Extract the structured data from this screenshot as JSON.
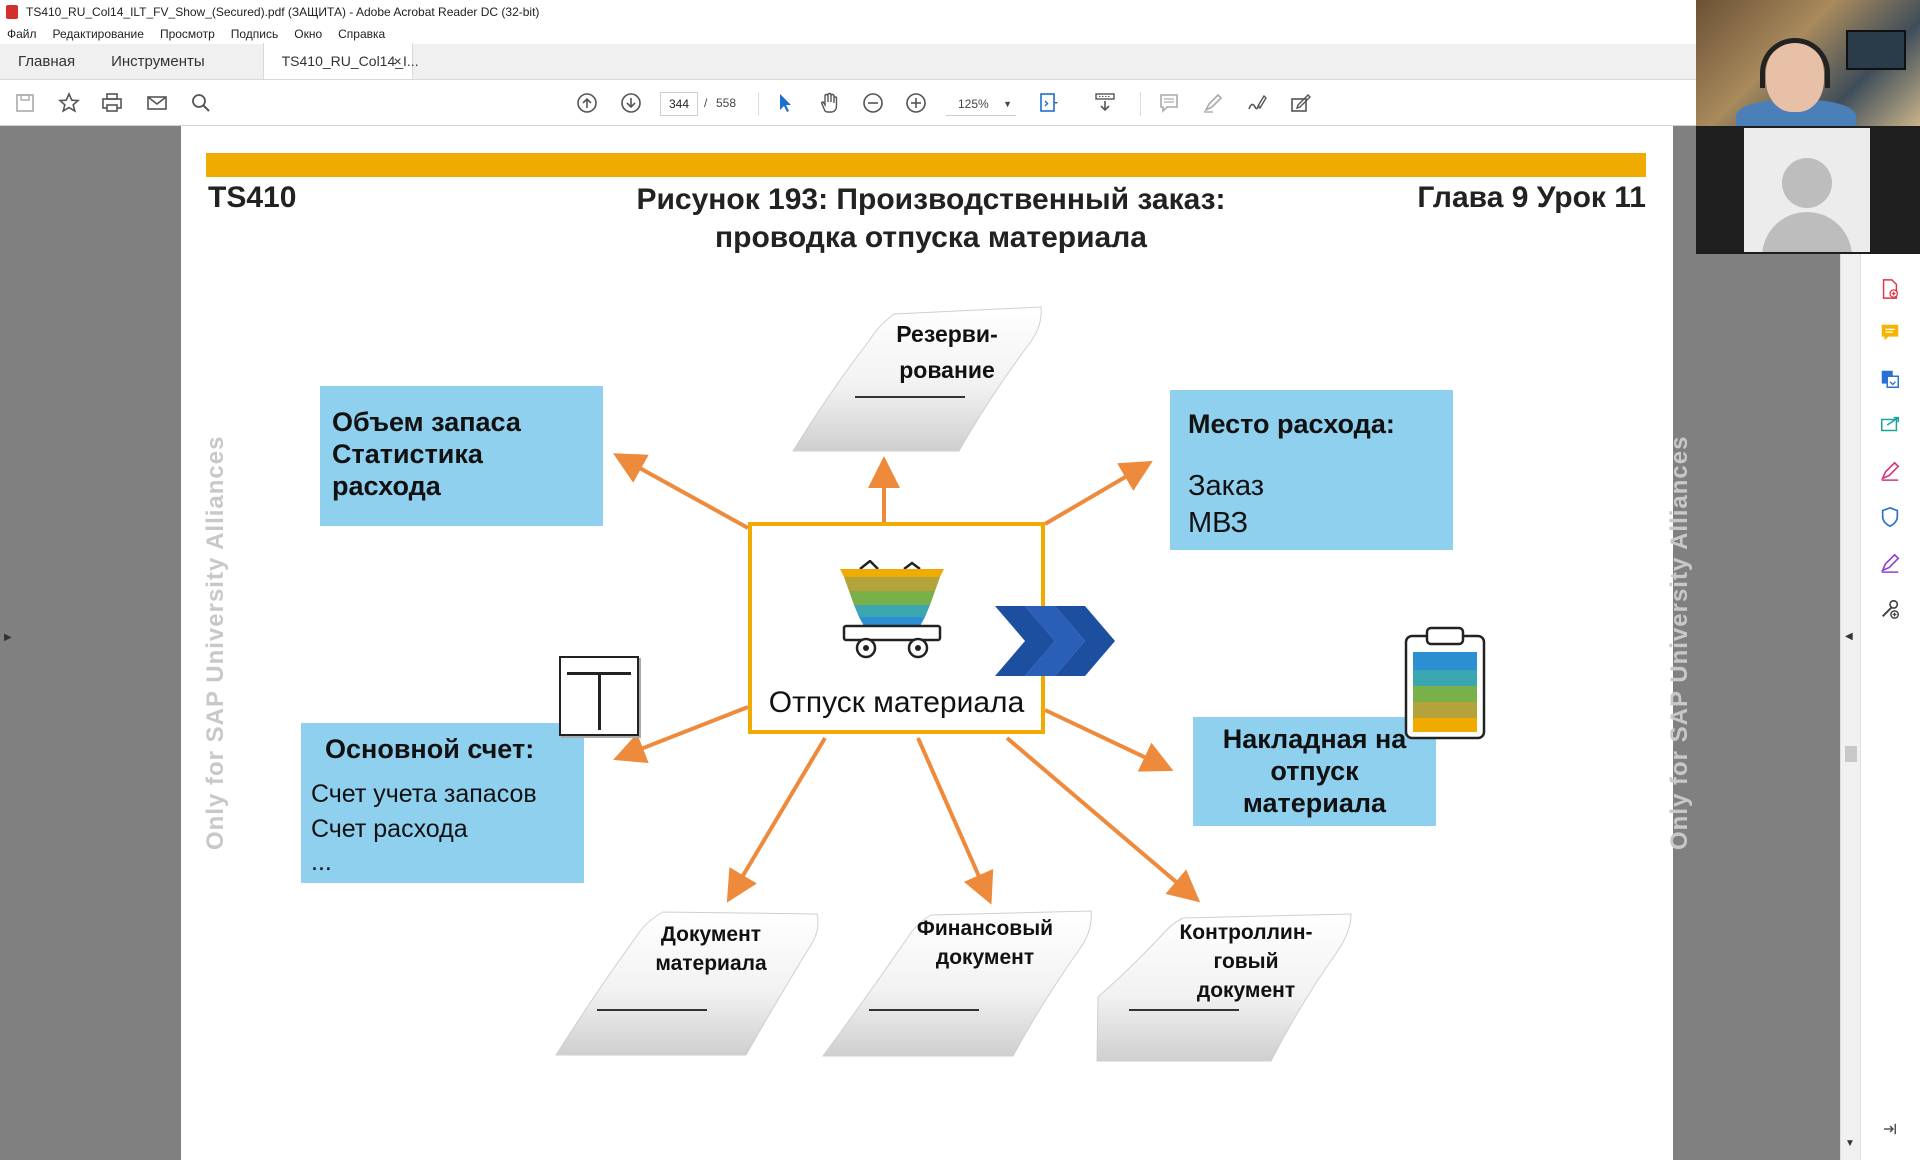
{
  "window": {
    "title": "TS410_RU_Col14_ILT_FV_Show_(Secured).pdf (ЗАЩИТА) - Adobe Acrobat Reader DC (32-bit)"
  },
  "menu": [
    "Файл",
    "Редактирование",
    "Просмотр",
    "Подпись",
    "Окно",
    "Справка"
  ],
  "tabs": {
    "home": "Главная",
    "tools": "Инструменты",
    "document": "TS410_RU_Col14_I...",
    "close": "×"
  },
  "toolbar": {
    "current_page": "344",
    "separator": "/",
    "total_pages": "558",
    "zoom": "125%"
  },
  "slide": {
    "code": "TS410",
    "title_line1": "Рисунок 193: Производственный заказ:",
    "title_line2": "проводка отпуска материала",
    "chapter": "Глава 9 Урок 11",
    "watermark": "Only for SAP University Alliances",
    "center_label": "Отпуск материала",
    "box_stock": [
      "Объем запаса",
      "Статистика",
      "расхода"
    ],
    "box_consumption_title": "Место расхода:",
    "box_consumption_items": [
      "Заказ",
      "МВЗ"
    ],
    "box_gl_title": "Основной счет:",
    "box_gl_items": [
      "Счет учета запасов",
      "Счет расхода",
      "..."
    ],
    "box_slip": [
      "Накладная на",
      "отпуск",
      "материала"
    ],
    "doc_reservation": [
      "Резерви-",
      "рование"
    ],
    "doc_material": [
      "Документ",
      "материала"
    ],
    "doc_financial": [
      "Финансовый",
      "документ"
    ],
    "doc_controlling": [
      "Контроллин-",
      "говый",
      "документ"
    ]
  },
  "colors": {
    "sap_gold": "#f0ab00",
    "box_blue": "#8fd0ef",
    "arrow_orange": "#ee8a3c",
    "chevron_blue": "#1d4fa0",
    "doc_gray": "#808080"
  }
}
